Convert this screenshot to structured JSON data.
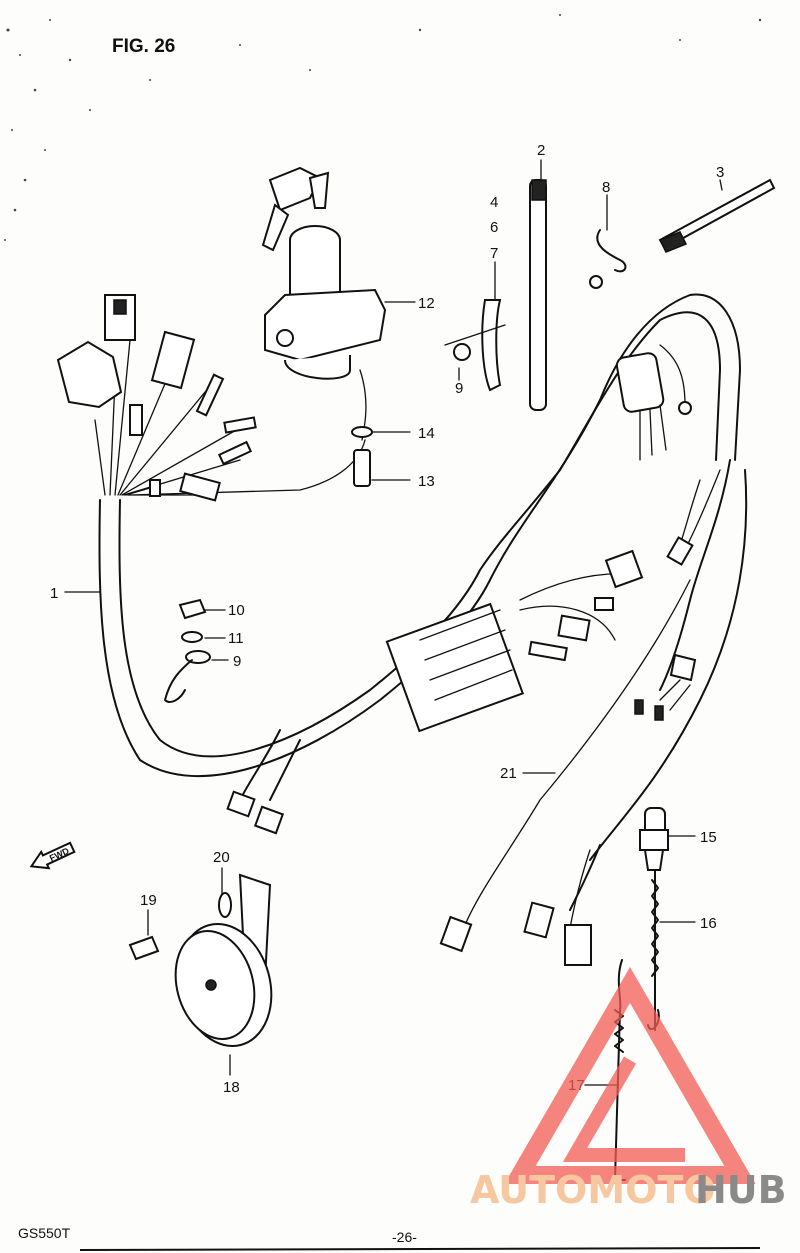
{
  "figure": {
    "title": "FIG. 26"
  },
  "footer": {
    "model": "GS550T",
    "page": "-26-"
  },
  "watermark": {
    "left": "AUTOMOTO",
    "right": "HUB",
    "left_color": "#f7c8a0",
    "right_color": "#8a8a8a",
    "logo_color": "#f25c54"
  },
  "direction_marker": {
    "label": "FWD",
    "icon": "arrow-left-icon"
  },
  "callouts": [
    {
      "num": "1"
    },
    {
      "num": "2"
    },
    {
      "num": "3"
    },
    {
      "num": "4"
    },
    {
      "num": "6"
    },
    {
      "num": "7"
    },
    {
      "num": "8"
    },
    {
      "num": "9"
    },
    {
      "num": "9"
    },
    {
      "num": "10"
    },
    {
      "num": "11"
    },
    {
      "num": "12"
    },
    {
      "num": "13"
    },
    {
      "num": "14"
    },
    {
      "num": "15"
    },
    {
      "num": "16"
    },
    {
      "num": "17"
    },
    {
      "num": "18"
    },
    {
      "num": "19"
    },
    {
      "num": "20"
    },
    {
      "num": "21"
    }
  ]
}
